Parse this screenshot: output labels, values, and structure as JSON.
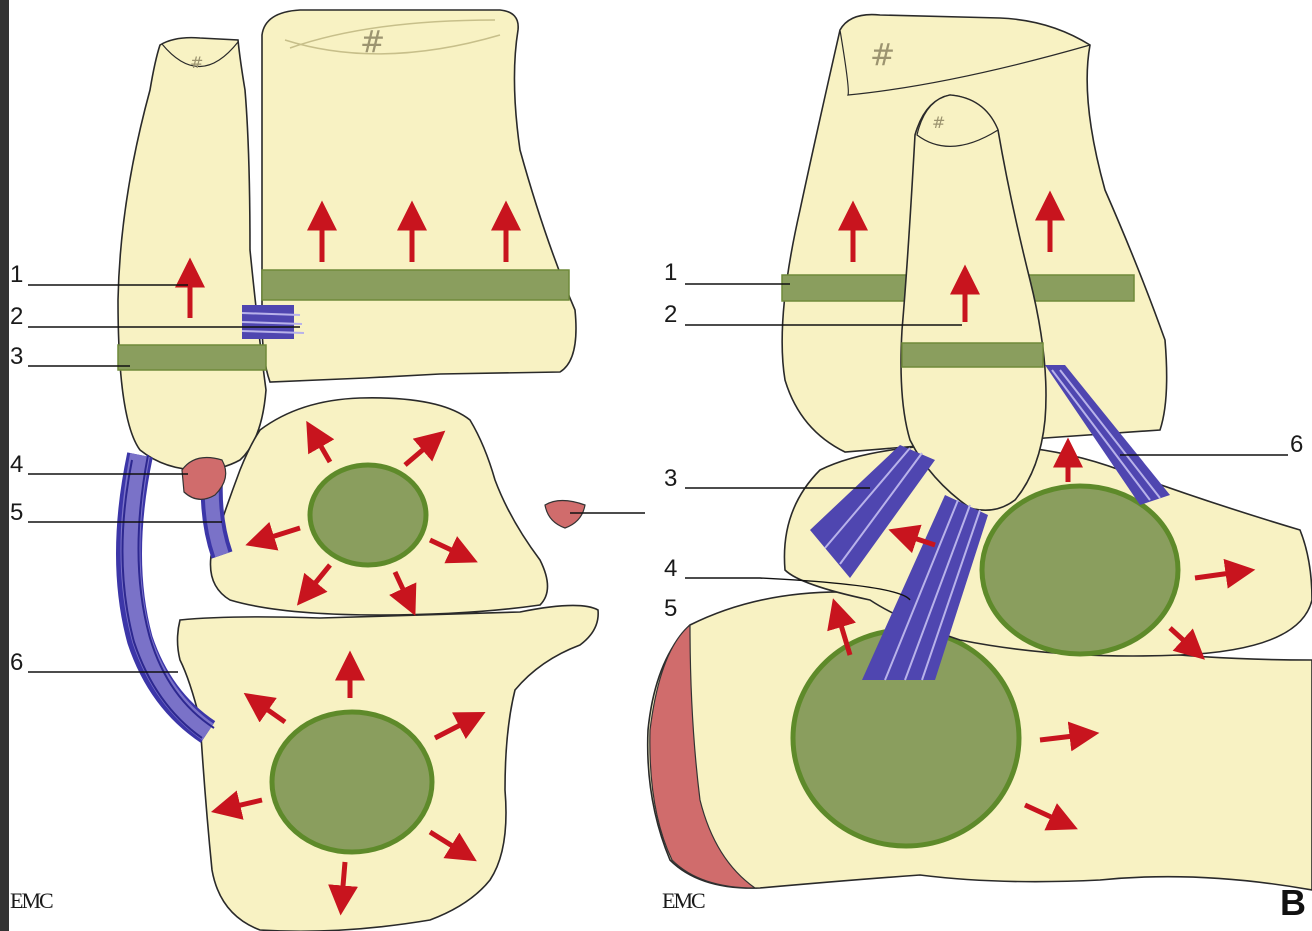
{
  "panel_left": {
    "labels": [
      "1",
      "2",
      "3",
      "4",
      "5",
      "6"
    ],
    "logo": "EMC"
  },
  "panel_right": {
    "labels": [
      "1",
      "2",
      "3",
      "4",
      "5",
      "6"
    ],
    "logo": "EMC",
    "letter": "B"
  },
  "colors": {
    "bone_fill": "#f8f2c3",
    "growth_plate": "#8a9e5e",
    "ossification_ring": "#5e8a2a",
    "ligament": "#3c36a8",
    "cartilage": "#d06c6c",
    "arrow": "#c8141e"
  }
}
